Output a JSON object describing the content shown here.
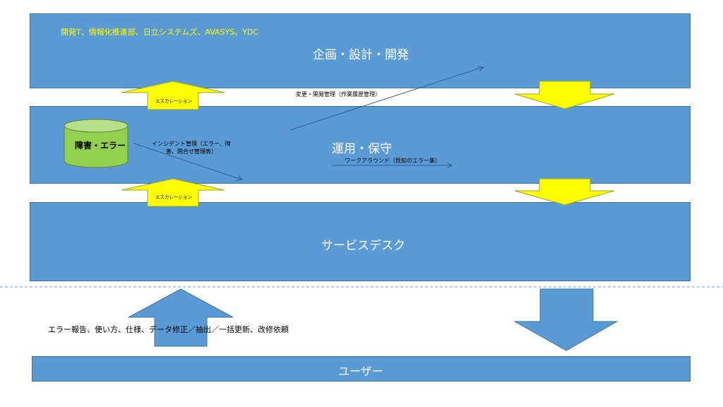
{
  "bands": {
    "dev": {
      "title": "企画・設計・開発",
      "org": "開発T、情報化推進部、日立システムズ、AVASYS、YDC"
    },
    "ops": {
      "title": "運用・保守"
    },
    "desk": {
      "title": "サービスデスク"
    },
    "user": {
      "title": "ユーザー"
    }
  },
  "database": {
    "label": "障害・エラー"
  },
  "escalation_labels": [
    "エスカレーション",
    "エスカレーション"
  ],
  "flows": {
    "change_mgmt": "変更・開発管理（作業履歴管理）",
    "incident_mgmt_line1": "インシデント管理（エラー、障",
    "incident_mgmt_line2": "害、問合せ管理表）",
    "workaround": "ワークアラウンド（既知のエラー集）",
    "user_requests": "エラー報告、使い方、仕様、データ修正／抽出／一括更新、改修依頼"
  },
  "colors": {
    "band_fill": "#5b9bd5",
    "band_border": "#41719c",
    "org_text": "#ffff00",
    "arrow_yellow_fill": "#ffff00",
    "arrow_yellow_border": "#9aa62d",
    "cylinder_fill": "#92d050",
    "dashed_line": "#5b9bd5"
  }
}
